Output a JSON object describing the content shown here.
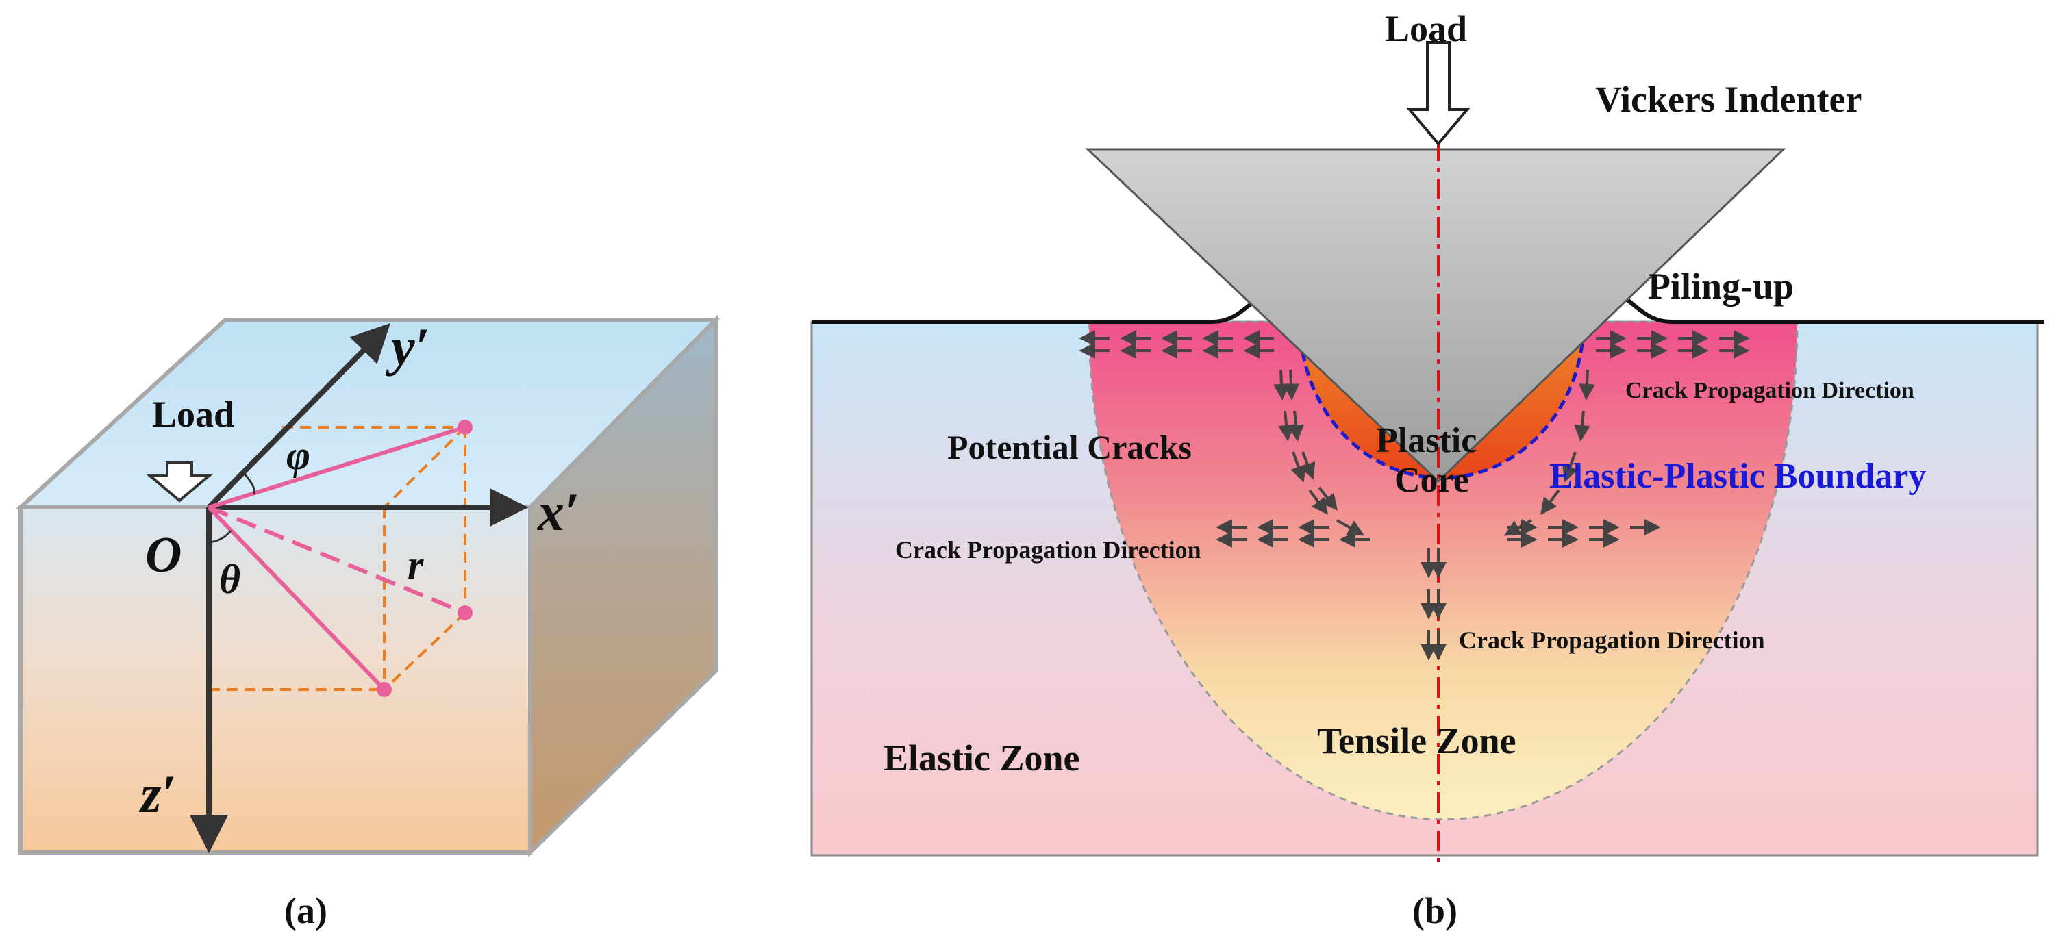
{
  "panel_a": {
    "caption": "(a)",
    "load_label": "Load",
    "origin_label": "O",
    "axis_x": "x′",
    "axis_y": "y′",
    "axis_z": "z′",
    "angle_phi": "φ",
    "angle_theta": "θ",
    "radius_label": "r"
  },
  "panel_b": {
    "caption": "(b)",
    "load_label": "Load",
    "indenter_label": "Vickers Indenter",
    "piling_up_label": "Piling-up",
    "potential_cracks_label": "Potential Cracks",
    "plastic_core_line1": "Plastic",
    "plastic_core_line2": "Core",
    "boundary_label": "Elastic-Plastic Boundary",
    "crack_dir_right": "Crack Propagation Direction",
    "crack_dir_left": "Crack Propagation Direction",
    "crack_dir_down": "Crack Propagation Direction",
    "tensile_zone_label": "Tensile Zone",
    "elastic_zone_label": "Elastic Zone"
  },
  "colors": {
    "axis": "#333333",
    "vector": "#e8609a",
    "projection": "#ef7d1f",
    "boundary": "#1b1bcc",
    "centerline": "#dd1111",
    "boundary_text": "#1a1ad6"
  }
}
